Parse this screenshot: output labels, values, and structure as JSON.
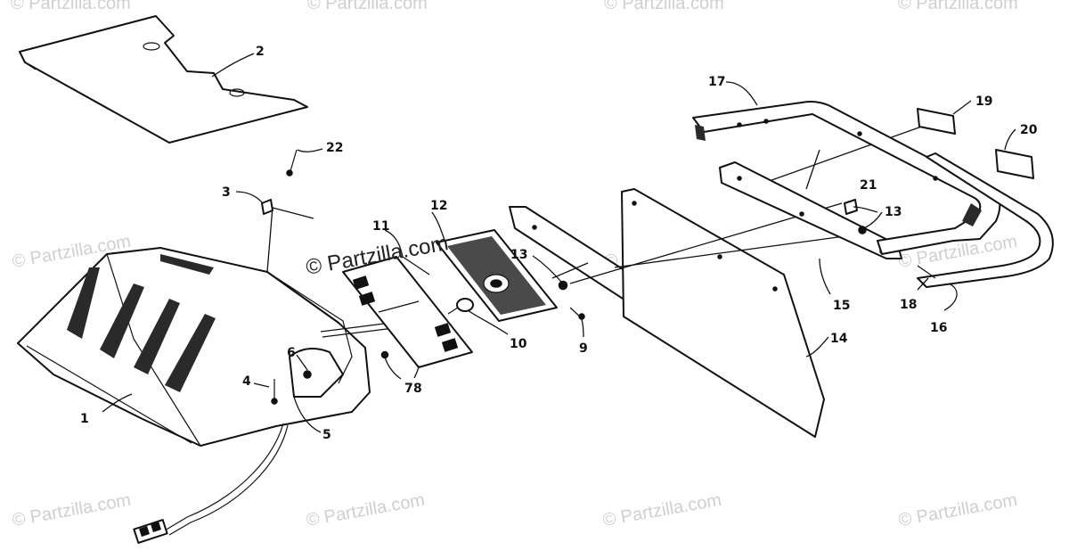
{
  "watermark": {
    "text": "© Partzilla.com"
  },
  "callouts": {
    "p1": "1",
    "p2": "2",
    "p3": "3",
    "p4": "4",
    "p5": "5",
    "p6": "6",
    "p7": "7",
    "p8": "8",
    "p9": "9",
    "p10": "10",
    "p11": "11",
    "p12": "12",
    "p13a": "13",
    "p13b": "13",
    "p14": "14",
    "p15": "15",
    "p16": "16",
    "p17": "17",
    "p18": "18",
    "p19": "19",
    "p20": "20",
    "p21": "21",
    "p22": "22"
  }
}
